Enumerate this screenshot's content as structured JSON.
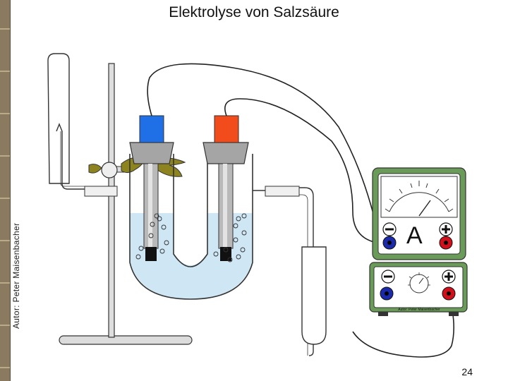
{
  "title": "Elektrolyse von Salzsäure",
  "author_vertical": "Autor: Peter Maisenbacher",
  "meter": {
    "unit_label": "A",
    "minus_symbol": "−",
    "plus_symbol": "+",
    "footer_text": "Autor: Peter Maisenbacher"
  },
  "page_number": "24",
  "colors": {
    "cathode_cap": "#1f6fe6",
    "anode_cap": "#f24b1c",
    "liquid": "#cfe6f5",
    "meter_case": "#6a9b58",
    "terminal_blue": "#1a2aa8",
    "terminal_red": "#d0101a"
  }
}
